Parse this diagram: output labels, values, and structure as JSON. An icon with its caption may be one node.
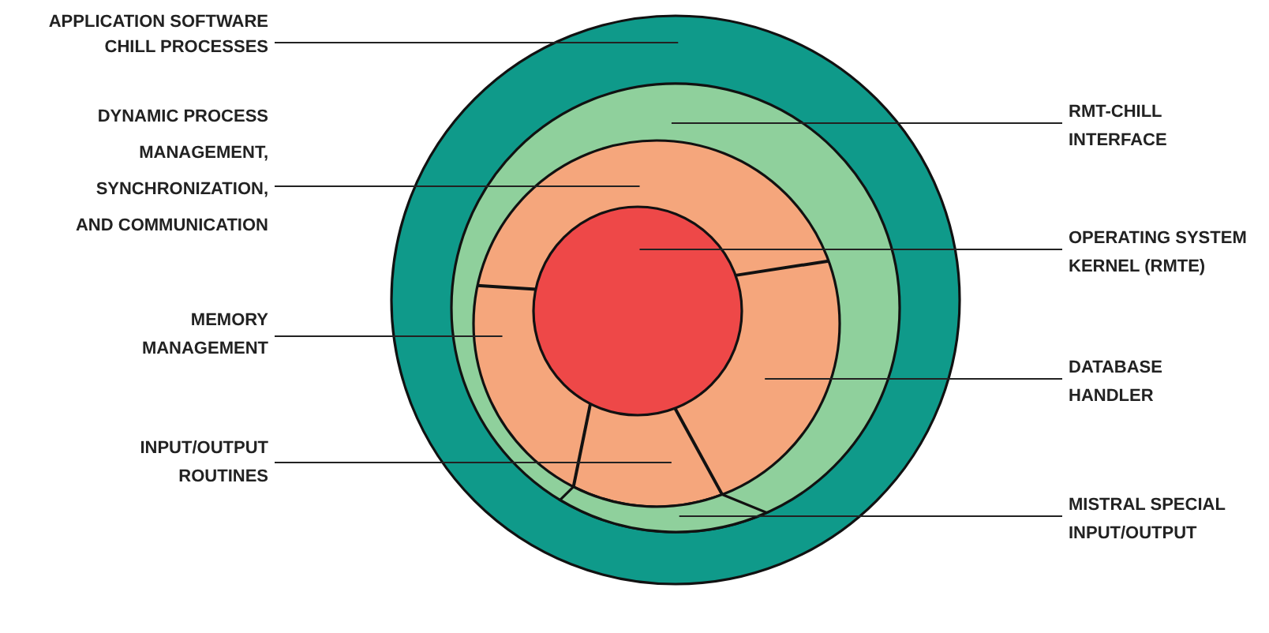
{
  "diagram": {
    "nodes": [
      {
        "text": [
          "APPLICATION SOFTWARE CHILL PROCESSES"
        ]
      },
      {
        "text": [
          "DYNAMIC PROCESS MANAGEMENT, SYNCHRONIZATION, AND COMMUNICATION"
        ]
      },
      {
        "text": [
          "MEMORY MANAGEMENT"
        ]
      },
      {
        "text": [
          "INPUT/OUTPUT ROUTINES"
        ]
      },
      {
        "text": [
          "RMT-CHILL INTERFACE"
        ]
      },
      {
        "text": [
          "OPERATING SYSTEM KERNEL (RMTE)"
        ]
      },
      {
        "text": [
          "DATABASE HANDLER"
        ]
      },
      {
        "text": [
          "MISTRAL SPECIAL INPUT/OUTPUT"
        ]
      },
      {
        "text": [],
        "shape": "circle"
      },
      {
        "text": [],
        "shape": "circle",
        "in": 8
      },
      {
        "text": [],
        "shape": "circle",
        "in": 9
      },
      {
        "text": [],
        "shape": "circle",
        "in": 10
      },
      {
        "text": [],
        "shape": "wedge",
        "in": 9
      }
    ],
    "edges": [
      {
        "from": 0,
        "to": 8,
        "arrow": "none"
      },
      {
        "from": 1,
        "to": 10,
        "arrow": "none"
      },
      {
        "from": 2,
        "to": 10,
        "arrow": "none"
      },
      {
        "from": 3,
        "to": 10,
        "arrow": "none"
      },
      {
        "from": 4,
        "to": 9,
        "arrow": "none"
      },
      {
        "from": 5,
        "to": 11,
        "arrow": "none"
      },
      {
        "from": 6,
        "to": 10,
        "arrow": "none"
      },
      {
        "from": 7,
        "to": 12,
        "arrow": "none"
      }
    ]
  }
}
